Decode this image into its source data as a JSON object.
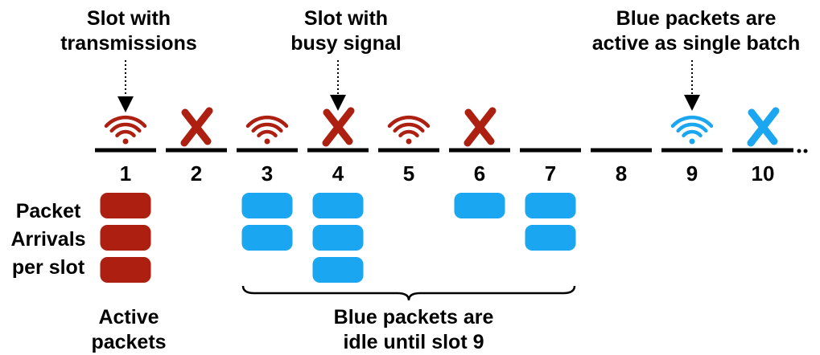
{
  "annotations": {
    "slot_transmissions": {
      "line1": "Slot with",
      "line2": "transmissions"
    },
    "slot_busy": {
      "line1": "Slot with",
      "line2": "busy signal"
    },
    "blue_active": {
      "line1": "Blue packets are",
      "line2": "active as single batch"
    }
  },
  "timeline": {
    "slots": [
      "1",
      "2",
      "3",
      "4",
      "5",
      "6",
      "7",
      "8",
      "9",
      "10"
    ],
    "slot_states": [
      "transmission",
      "busy",
      "transmission",
      "busy",
      "transmission",
      "busy",
      "idle",
      "idle",
      "transmission",
      "busy"
    ],
    "slot_colors": [
      "red",
      "red",
      "red",
      "red",
      "red",
      "red",
      "none",
      "none",
      "blue",
      "blue"
    ],
    "continuation": "..."
  },
  "packet_arrivals": {
    "label": {
      "line1": "Packet",
      "line2": "Arrivals",
      "line3": "per slot"
    },
    "red_counts": [
      3,
      0,
      0,
      0,
      0,
      0,
      0,
      0,
      0,
      0
    ],
    "blue_counts": [
      0,
      0,
      2,
      3,
      0,
      1,
      2,
      0,
      0,
      0
    ]
  },
  "bottom_labels": {
    "active_packets": {
      "line1": "Active",
      "line2": "packets"
    },
    "blue_idle": {
      "line1": "Blue packets are",
      "line2": "idle until slot 9"
    }
  },
  "colors": {
    "red": "#AD1F11",
    "blue": "#1AA6F0",
    "black": "#000000"
  },
  "icons": {
    "transmission": "wifi-icon",
    "busy": "x-mark-icon"
  }
}
